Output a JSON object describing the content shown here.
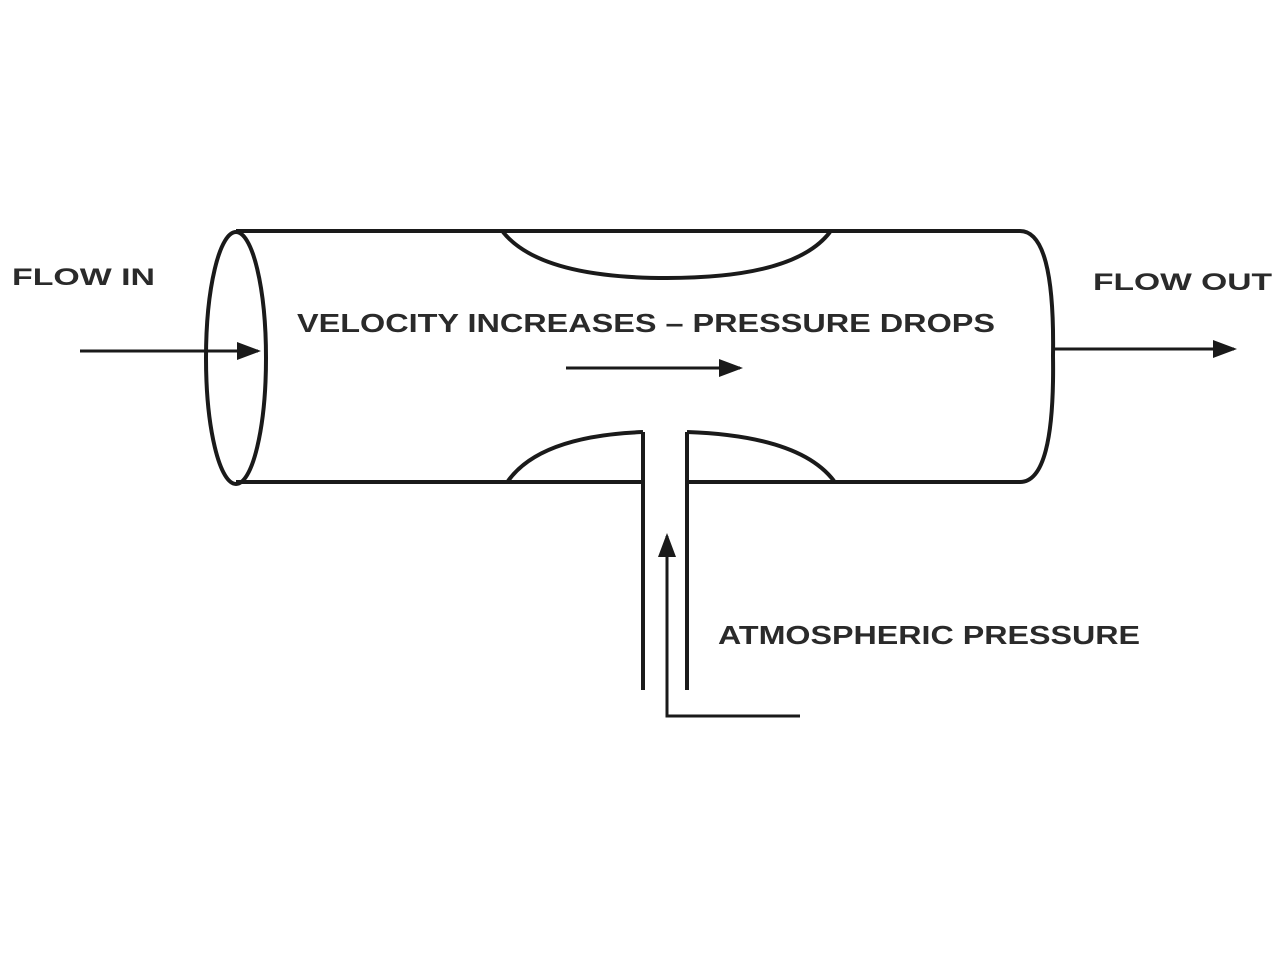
{
  "diagram": {
    "labels": {
      "flow_in": "FLOW  IN",
      "flow_out": "FLOW  OUT",
      "velocity": "VELOCITY INCREASES  –  PRESSURE DROPS",
      "atmospheric": "ATMOSPHERIC  PRESSURE"
    },
    "colors": {
      "line": "#1a1a1a",
      "text": "#2a2a2a",
      "background": "#ffffff"
    }
  }
}
